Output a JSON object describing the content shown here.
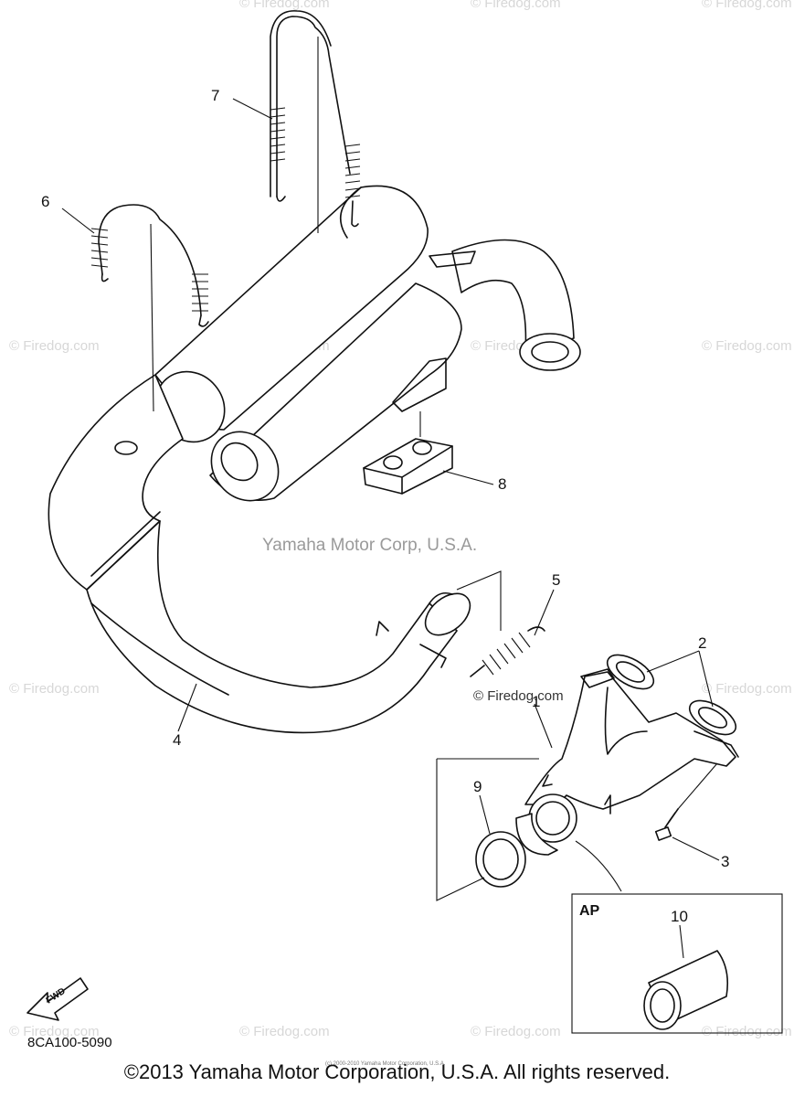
{
  "diagram": {
    "callouts": [
      "1",
      "2",
      "3",
      "4",
      "5",
      "6",
      "7",
      "8",
      "9",
      "10"
    ],
    "ap_label": "AP",
    "fwd_label": "FWD",
    "part_code": "8CA100-5090",
    "center_watermark": "Yamaha Motor Corp, U.S.A.",
    "inner_watermark": "© Firedog.com",
    "watermark": "© Firedog.com",
    "tiny_note": "(c) 2000-2010 Yamaha Motor Corporation, U.S.A.",
    "copyright": "©2013 Yamaha Motor Corporation, U.S.A. All rights reserved."
  }
}
